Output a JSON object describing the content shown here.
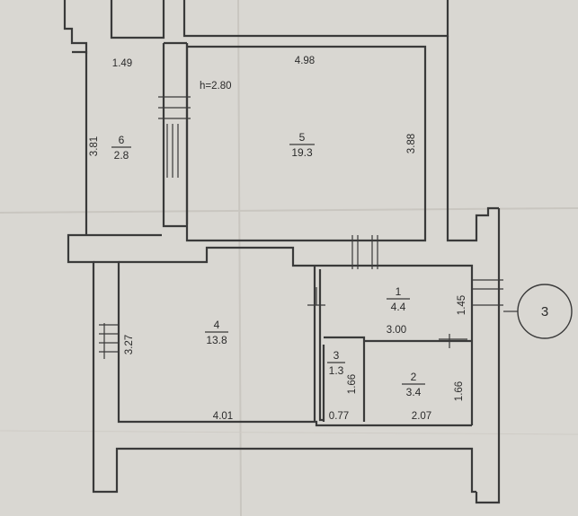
{
  "plan": {
    "ceiling_height": "h=2.80",
    "balcony_number": "3",
    "rooms": [
      {
        "key": "r6",
        "number": "6",
        "area": "2.8"
      },
      {
        "key": "r5",
        "number": "5",
        "area": "19.3"
      },
      {
        "key": "r4",
        "number": "4",
        "area": "13.8"
      },
      {
        "key": "r1",
        "number": "1",
        "area": "4.4"
      },
      {
        "key": "r3",
        "number": "3",
        "area": "1.3"
      },
      {
        "key": "r2",
        "number": "2",
        "area": "3.4"
      }
    ],
    "dimensions": {
      "r6_width": "1.49",
      "r6_height": "3.81",
      "r5_width": "4.98",
      "r5_height": "3.88",
      "r4_height": "3.27",
      "r4_width": "4.01",
      "r1_width": "3.00",
      "r1_height": "1.45",
      "r3_height": "1.66",
      "r3_width": "0.77",
      "r2_width": "2.07",
      "r2_height": "1.66"
    }
  }
}
